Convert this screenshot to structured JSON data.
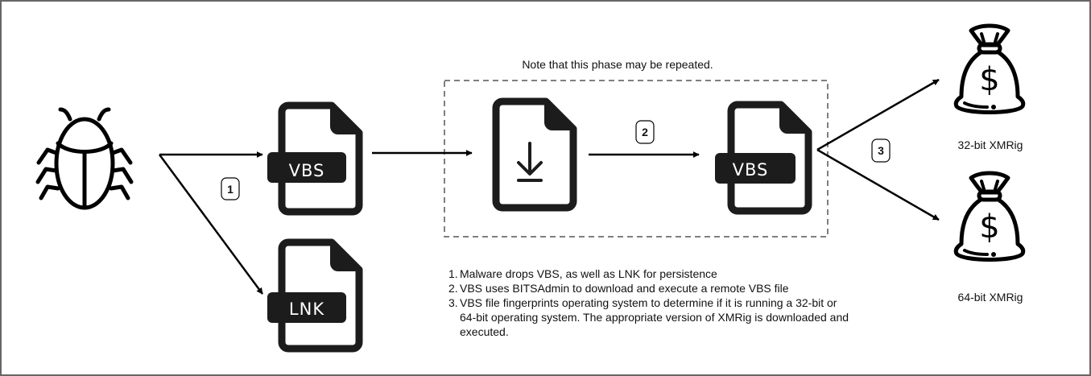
{
  "diagram": {
    "note": "Note that this phase may be repeated.",
    "nodes": {
      "malware": {
        "icon": "bug-icon"
      },
      "vbs_dropped": {
        "icon": "file-icon",
        "tag": "VBS"
      },
      "lnk_dropped": {
        "icon": "file-icon",
        "tag": "LNK"
      },
      "download": {
        "icon": "file-download-icon"
      },
      "vbs_remote": {
        "icon": "file-icon",
        "tag": "VBS"
      },
      "xmrig32": {
        "icon": "money-bag-icon",
        "label": "32-bit XMRig"
      },
      "xmrig64": {
        "icon": "money-bag-icon",
        "label": "64-bit XMRig"
      }
    },
    "steps": {
      "s1": "1",
      "s2": "2",
      "s3": "3"
    },
    "edges": [
      {
        "from": "malware",
        "to": "vbs_dropped",
        "step": "1"
      },
      {
        "from": "malware",
        "to": "lnk_dropped",
        "step": "1"
      },
      {
        "from": "vbs_dropped",
        "to": "download"
      },
      {
        "from": "download",
        "to": "vbs_remote",
        "step": "2"
      },
      {
        "from": "vbs_remote",
        "to": "xmrig32",
        "step": "3"
      },
      {
        "from": "vbs_remote",
        "to": "xmrig64",
        "step": "3"
      }
    ],
    "legend": [
      {
        "num": "1.",
        "text": "Malware drops VBS, as well as LNK for persistence"
      },
      {
        "num": "2.",
        "text": "VBS uses BITSAdmin to download and execute a remote VBS file"
      },
      {
        "num": "3.",
        "text": "VBS file fingerprints operating system to determine if it is running a 32-bit or 64-bit operating system. The appropriate version of XMRig is downloaded and executed."
      }
    ]
  }
}
